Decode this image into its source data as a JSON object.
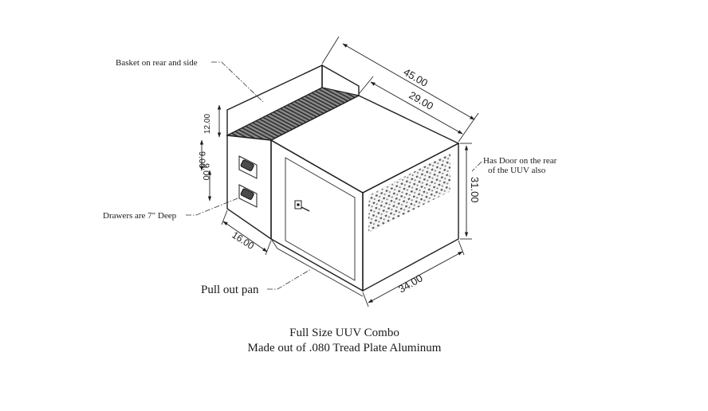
{
  "callouts": {
    "basket": "Basket on rear and side",
    "door": [
      "Has Door on the rear",
      "of the UUV also"
    ],
    "drawers": "Drawers are 7\" Deep",
    "pan": "Pull out pan"
  },
  "dimensions": {
    "overall_length": "45.00",
    "lid_length": "29.00",
    "height": "31.00",
    "width": "34.00",
    "drawer_width": "16.00",
    "basket_height": "12.00",
    "drawer_upper": "9.00",
    "drawer_lower": "9.00"
  },
  "caption": {
    "line1": "Full Size UUV Combo",
    "line2": "Made out of .080 Tread Plate Aluminum"
  },
  "colors": {
    "line": "#1e1e1e",
    "basket_fill": "#5a5a5a",
    "paper": "#ffffff"
  }
}
